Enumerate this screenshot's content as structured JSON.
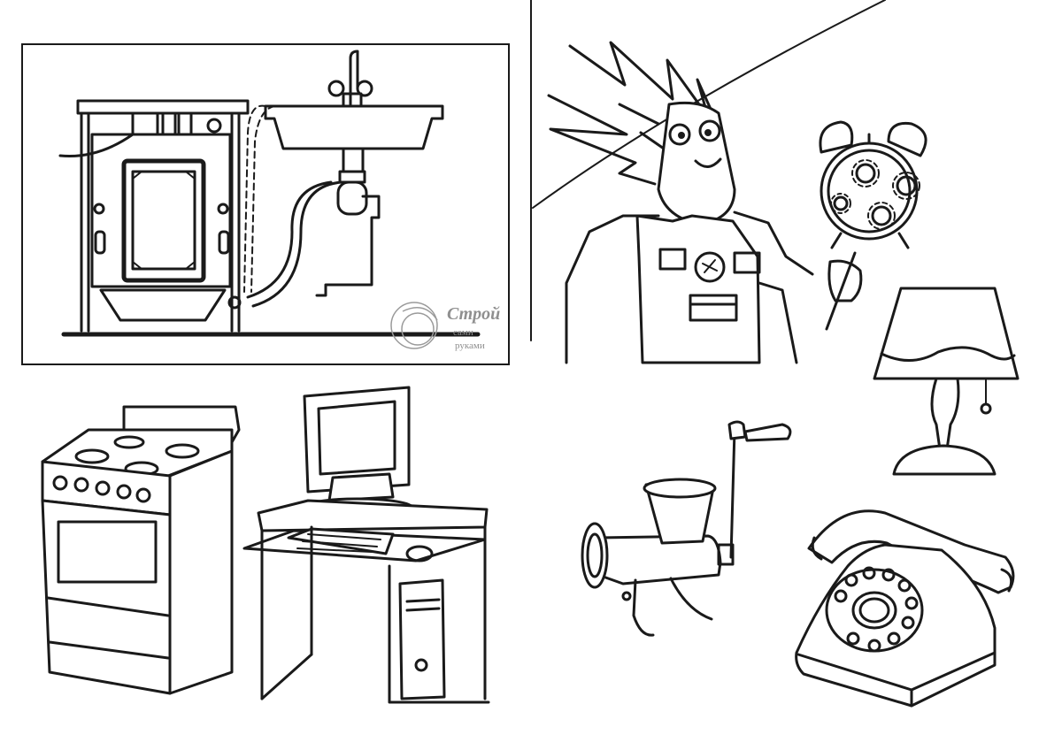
{
  "watermark": {
    "brand": "Строй",
    "line1": "сами",
    "line2": "руками"
  }
}
